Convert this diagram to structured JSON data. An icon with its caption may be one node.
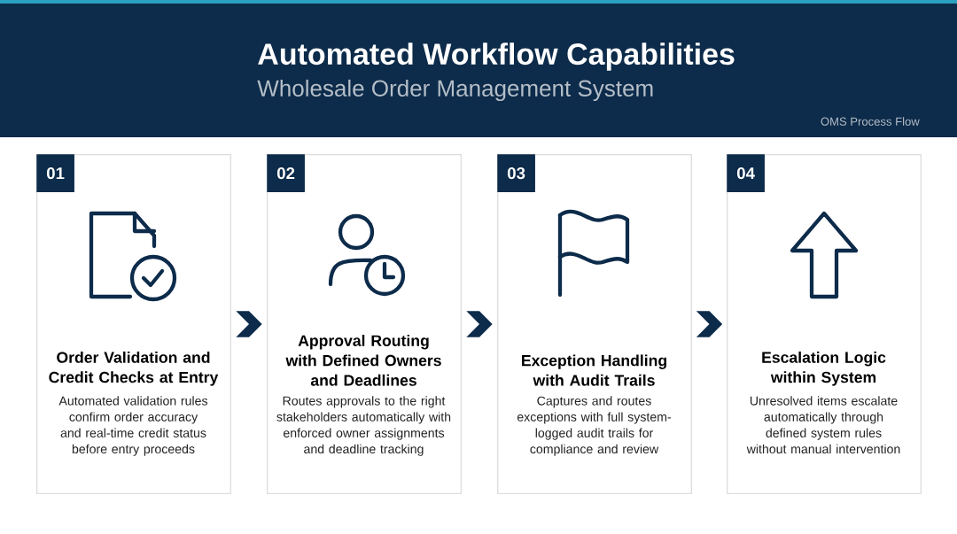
{
  "diagram": {
    "title": "Automated Workflow Capabilities",
    "nodes": [
      {
        "text": [
          "Order Validation and Credit Checks at Entry",
          "Automated validation rules confirm order accuracy and real-time credit status before entry proceeds"
        ]
      },
      {
        "text": [
          "01"
        ],
        "in": 0
      },
      {
        "text": [
          "Approval Routing with Defined Owners and Deadlines",
          "Routes approvals to the right stakeholders automatically with enforced owner assignments and deadline tracking"
        ]
      },
      {
        "text": [
          "02"
        ],
        "in": 2
      },
      {
        "text": [
          "Exception Handling with Audit Trails",
          "Captures and routes exceptions with full system-logged audit trails for compliance and review"
        ]
      },
      {
        "text": [
          "03"
        ],
        "in": 4
      },
      {
        "text": [
          "Escalation Logic within System",
          "Unresolved items escalate automatically through defined system rules without manual intervention"
        ]
      },
      {
        "text": [
          "04"
        ],
        "in": 6
      }
    ],
    "edges": [
      {
        "from": 0,
        "to": 2,
        "arrow": "to"
      },
      {
        "from": 2,
        "to": 4,
        "arrow": "to"
      },
      {
        "from": 4,
        "to": 6,
        "arrow": "to"
      }
    ],
    "labels": [
      "Wholesale Order Management System",
      "OMS Process Flow"
    ]
  }
}
